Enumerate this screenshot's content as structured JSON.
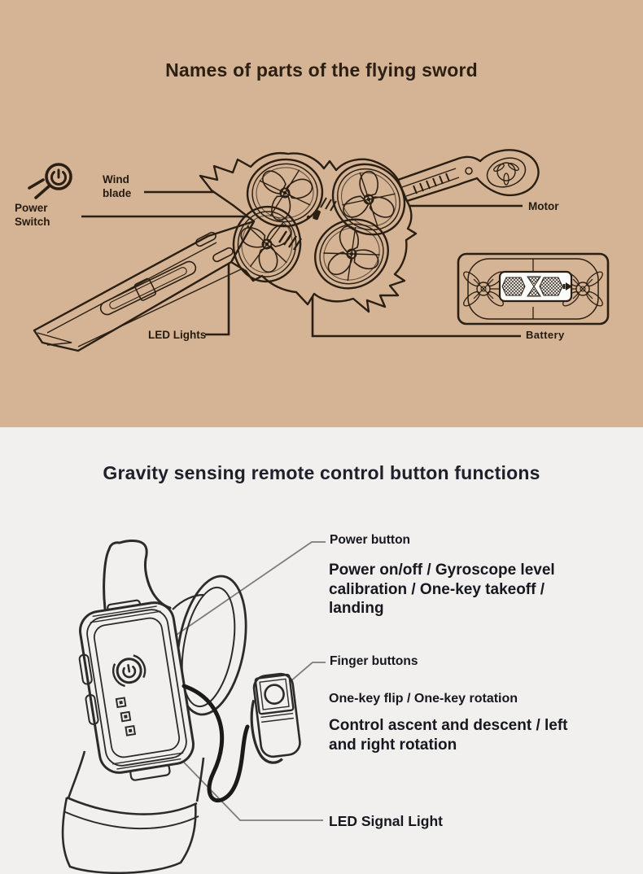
{
  "colors": {
    "top_bg": "#d5b495",
    "top_ink": "#2a1f12",
    "bottom_bg": "#f1f0ee",
    "bottom_ink": "#1d1d24",
    "leader_gray": "#7b7b7b",
    "sketch_ink": "#2b2b2b"
  },
  "top_section": {
    "title": "Names of parts of the flying sword",
    "labels": {
      "power_switch": "Power Switch",
      "wind_blade": "Wind blade",
      "motor": "Motor",
      "led_lights": "LED Lights",
      "battery": "Battery"
    },
    "icons": {
      "power_switch_icon": "power-symbol-with-handle"
    }
  },
  "bottom_section": {
    "title": "Gravity sensing remote control button functions",
    "labels": {
      "power_button": "Power button",
      "power_button_desc": "Power on/off / Gyroscope level calibration / One-key takeoff / landing",
      "finger_buttons": "Finger buttons",
      "finger_buttons_desc_small": "One-key flip / One-key rotation",
      "finger_buttons_desc_large": "Control ascent and descent / left and right rotation",
      "led_signal_light": "LED Signal Light"
    }
  }
}
